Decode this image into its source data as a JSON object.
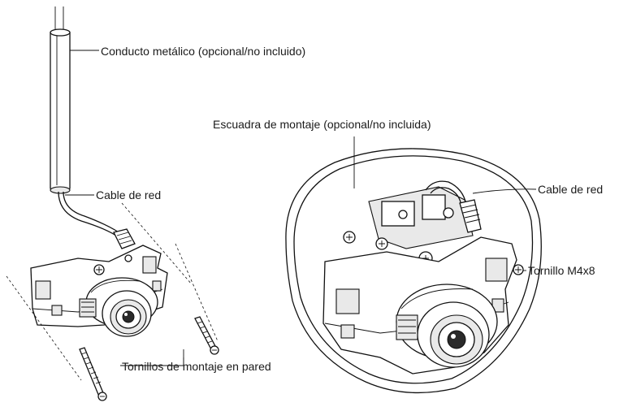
{
  "labels": {
    "conduit": "Conducto metálico (opcional/no incluido)",
    "network_cable_left": "Cable de red",
    "mounting_bracket": "Escuadra de montaje (opcional/no incluida)",
    "network_cable_right": "Cable de red",
    "screw_m4x8": "Tornillo M4x8",
    "wall_screws": "Tornillos de montaje en pared"
  }
}
